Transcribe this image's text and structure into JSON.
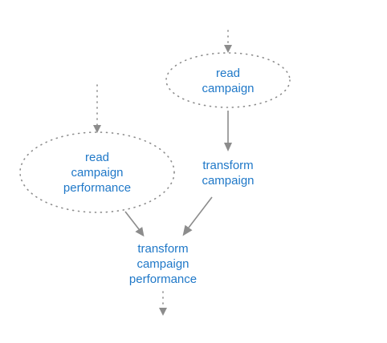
{
  "nodes": {
    "read_campaign": {
      "lines": [
        "read",
        "campaign"
      ]
    },
    "read_campaign_performance": {
      "lines": [
        "read",
        "campaign",
        "performance"
      ]
    },
    "transform_campaign": {
      "lines": [
        "transform",
        "campaign"
      ]
    },
    "transform_campaign_performance": {
      "lines": [
        "transform",
        "campaign",
        "performance"
      ]
    }
  },
  "colors": {
    "label": "#1f78c8",
    "edge": "#8c8c8c",
    "background": "#ffffff"
  }
}
